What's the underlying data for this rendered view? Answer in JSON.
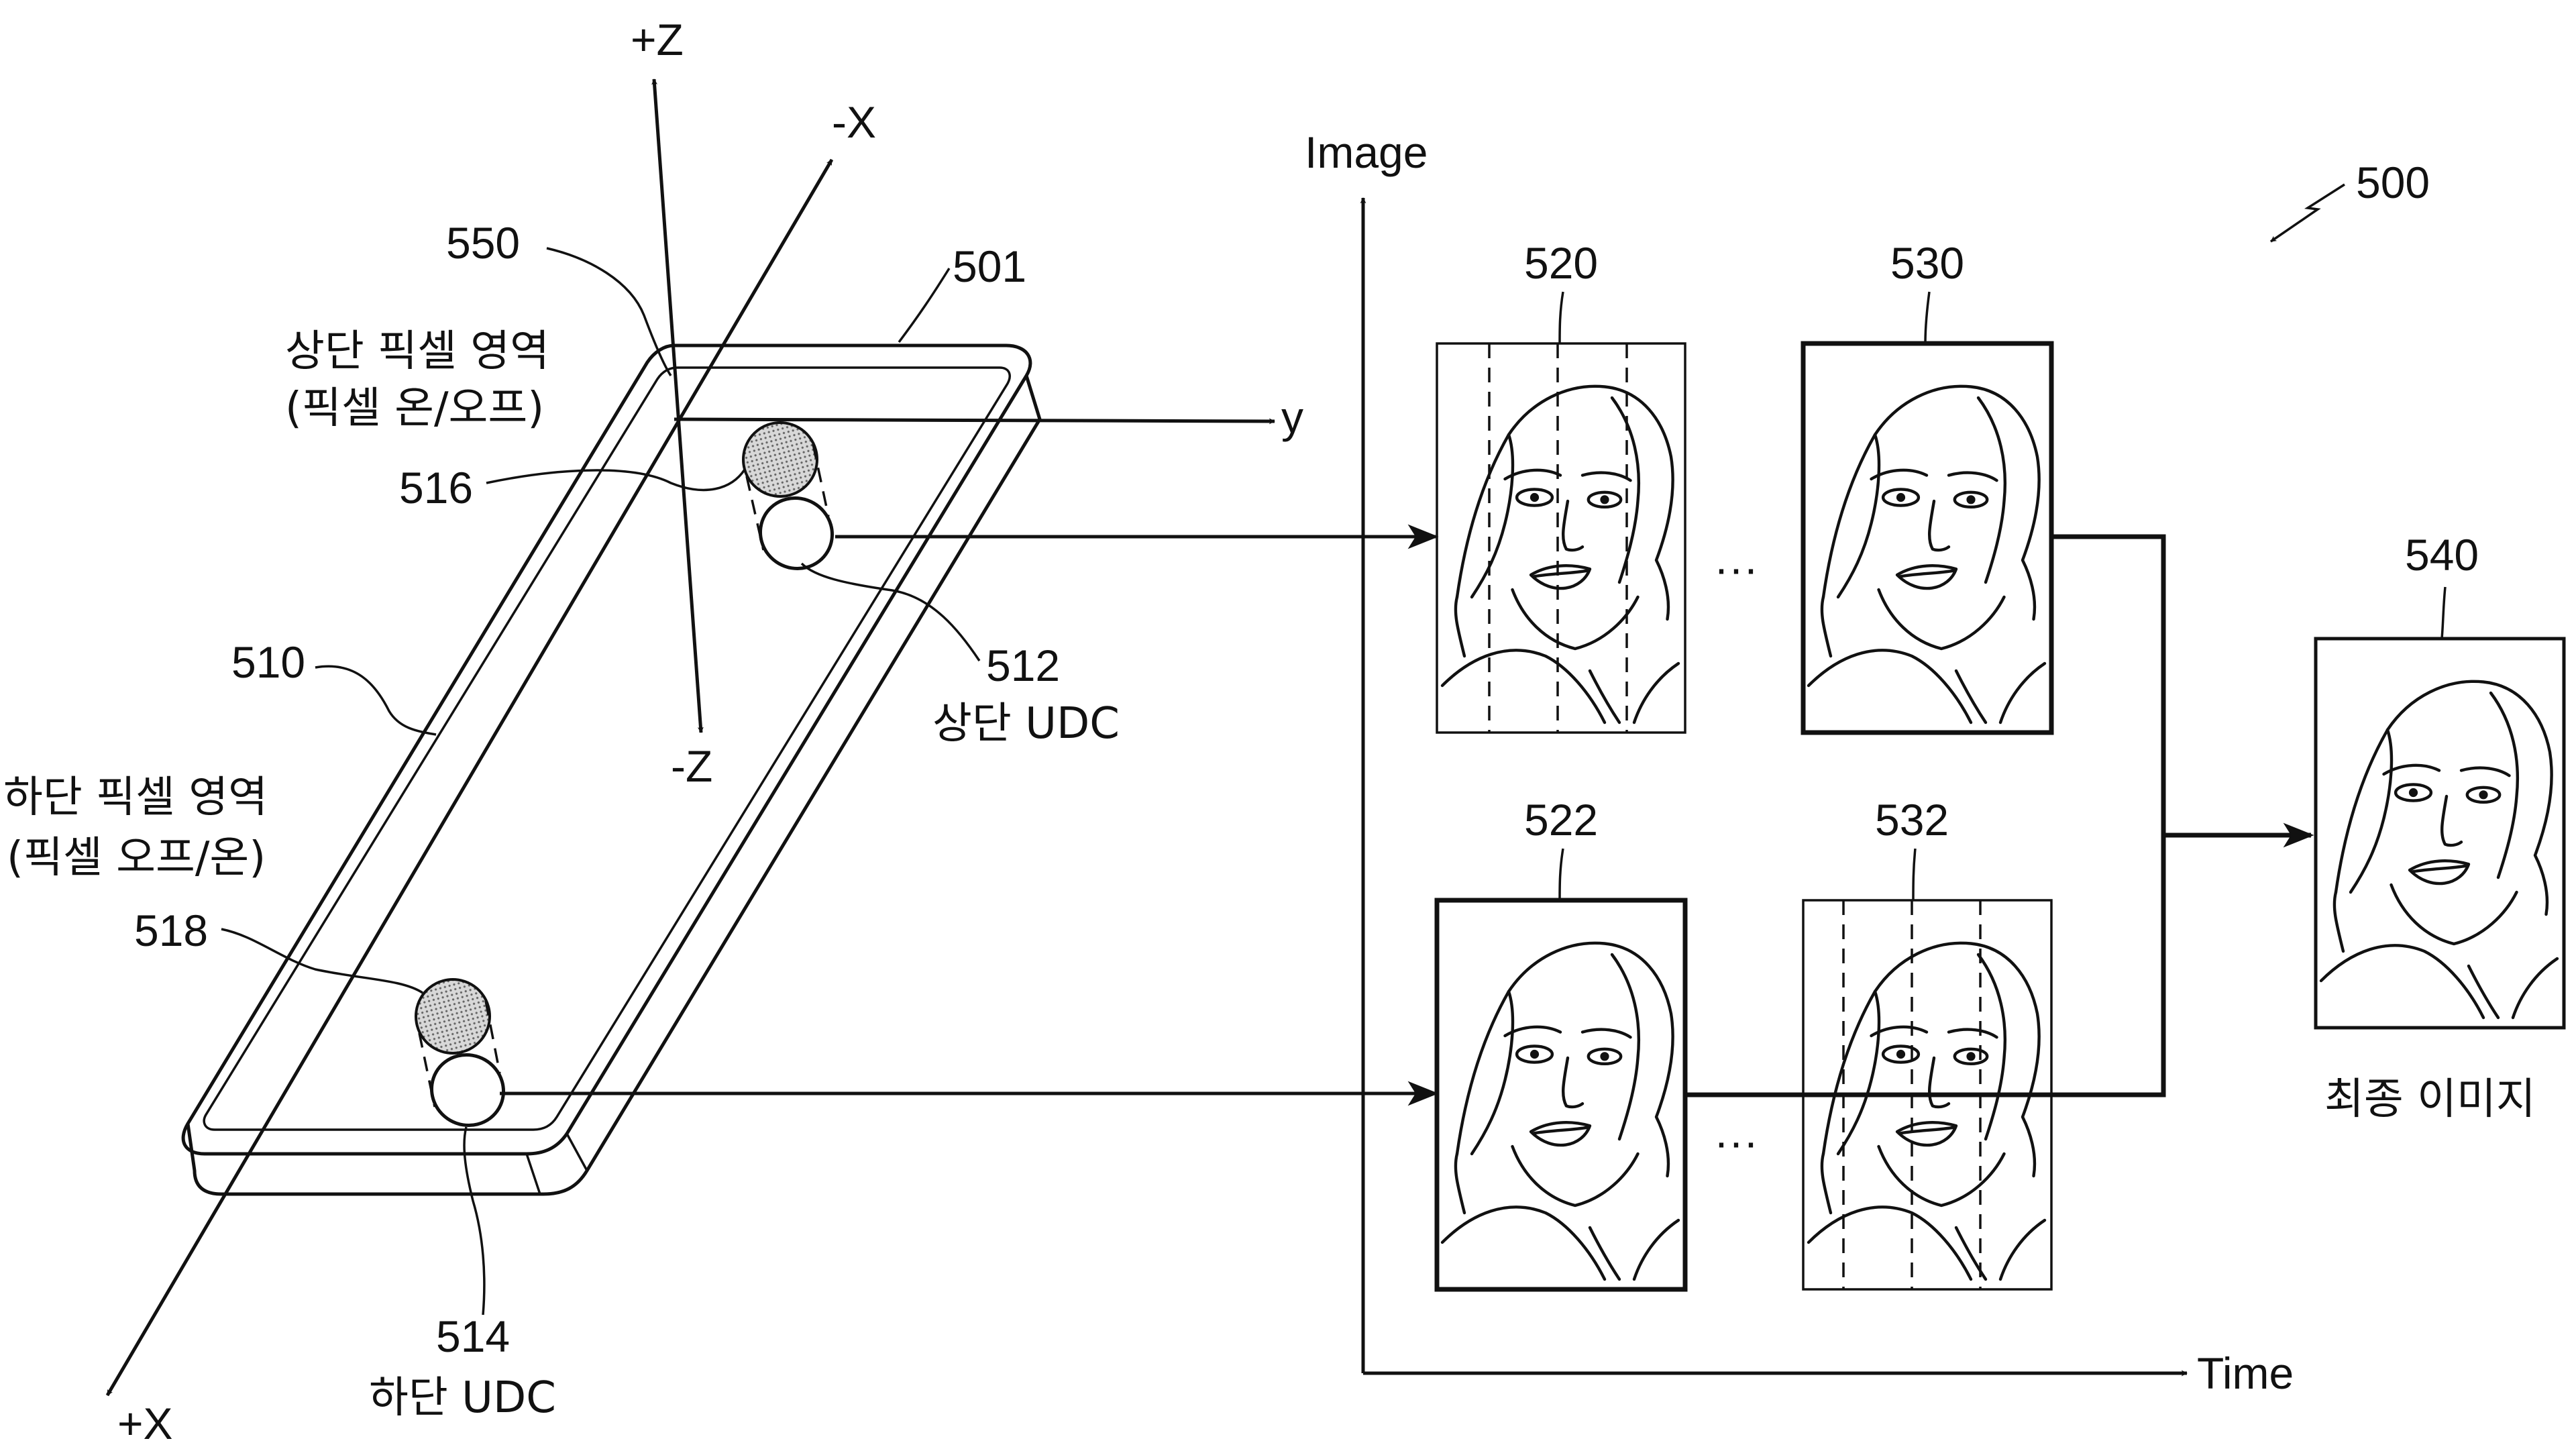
{
  "figure_number": "500",
  "axes_3d": {
    "plus_z": "+Z",
    "minus_z": "-Z",
    "minus_x": "-X",
    "plus_x": "+X",
    "y": "y"
  },
  "device": {
    "ref": "501",
    "display_ref": "510",
    "top_region_ref": "550",
    "top_region_label_1": "상단 픽셀 영역",
    "top_region_label_2": "(픽셀 온/오프)",
    "bottom_region_label_1": "하단 픽셀 영역",
    "bottom_region_label_2": "(픽셀 오프/온)",
    "top_window_ref": "516",
    "bottom_window_ref": "518",
    "top_udc_ref": "512",
    "top_udc_label": "상단 UDC",
    "bottom_udc_ref": "514",
    "bottom_udc_label": "하단 UDC"
  },
  "plot": {
    "y_axis_label": "Image",
    "x_axis_label": "Time"
  },
  "frames": {
    "top_first_ref": "520",
    "top_last_ref": "530",
    "bottom_first_ref": "522",
    "bottom_last_ref": "532",
    "ellipsis": "···"
  },
  "result": {
    "ref": "540",
    "label": "최종 이미지"
  }
}
